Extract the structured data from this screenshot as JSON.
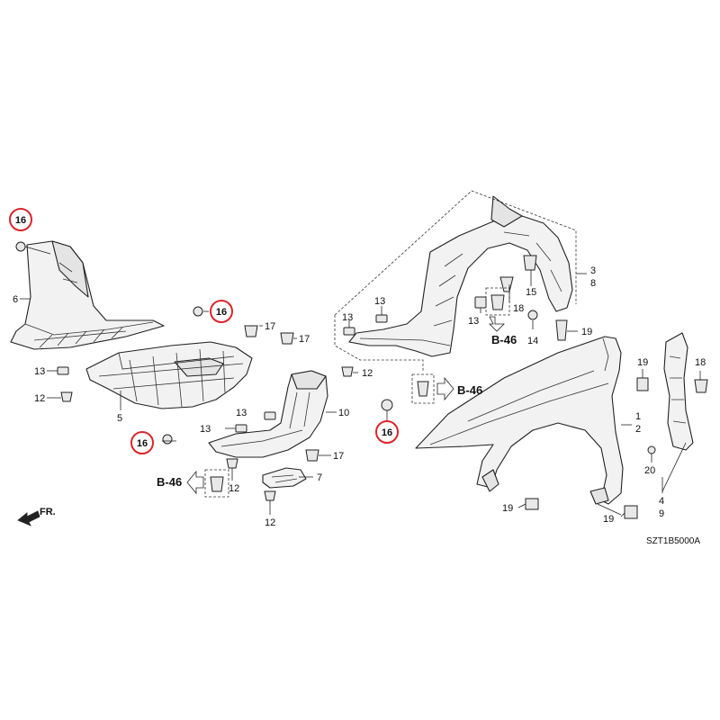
{
  "colors": {
    "callout": "#d8262b",
    "line": "#222222"
  },
  "diagram_code": "SZT1B5000A",
  "direction_label": "FR.",
  "ref_labels": [
    {
      "id": "ref-b46-upper",
      "text": "B-46"
    },
    {
      "id": "ref-b46-middle",
      "text": "B-46"
    },
    {
      "id": "ref-b46-lower",
      "text": "B-46"
    }
  ],
  "callouts": [
    {
      "id": "callout-16-top-left",
      "text": "16"
    },
    {
      "id": "callout-16-undercover",
      "text": "16"
    },
    {
      "id": "callout-16-splash-left",
      "text": "16"
    },
    {
      "id": "callout-16-splash-right",
      "text": "16"
    }
  ],
  "part_labels": [
    {
      "id": "label-6",
      "text": "6"
    },
    {
      "id": "label-13-a",
      "text": "13"
    },
    {
      "id": "label-12-a",
      "text": "12"
    },
    {
      "id": "label-5",
      "text": "5"
    },
    {
      "id": "label-17-a",
      "text": "17"
    },
    {
      "id": "label-17-b",
      "text": "17"
    },
    {
      "id": "label-12-b",
      "text": "12"
    },
    {
      "id": "label-10",
      "text": "10"
    },
    {
      "id": "label-13-b",
      "text": "13"
    },
    {
      "id": "label-13-c",
      "text": "13"
    },
    {
      "id": "label-17-c",
      "text": "17"
    },
    {
      "id": "label-7",
      "text": "7"
    },
    {
      "id": "label-12-c",
      "text": "12"
    },
    {
      "id": "label-12-d",
      "text": "12"
    },
    {
      "id": "label-13-d",
      "text": "13"
    },
    {
      "id": "label-13-e",
      "text": "13"
    },
    {
      "id": "label-13-f",
      "text": "13"
    },
    {
      "id": "label-18-a",
      "text": "18"
    },
    {
      "id": "label-15",
      "text": "15"
    },
    {
      "id": "label-14",
      "text": "14"
    },
    {
      "id": "label-3",
      "text": "3"
    },
    {
      "id": "label-8",
      "text": "8"
    },
    {
      "id": "label-19-a",
      "text": "19"
    },
    {
      "id": "label-19-b",
      "text": "19"
    },
    {
      "id": "label-18-b",
      "text": "18"
    },
    {
      "id": "label-1",
      "text": "1"
    },
    {
      "id": "label-2",
      "text": "2"
    },
    {
      "id": "label-20",
      "text": "20"
    },
    {
      "id": "label-4",
      "text": "4"
    },
    {
      "id": "label-9",
      "text": "9"
    },
    {
      "id": "label-19-c",
      "text": "19"
    },
    {
      "id": "label-19-d",
      "text": "19"
    }
  ]
}
